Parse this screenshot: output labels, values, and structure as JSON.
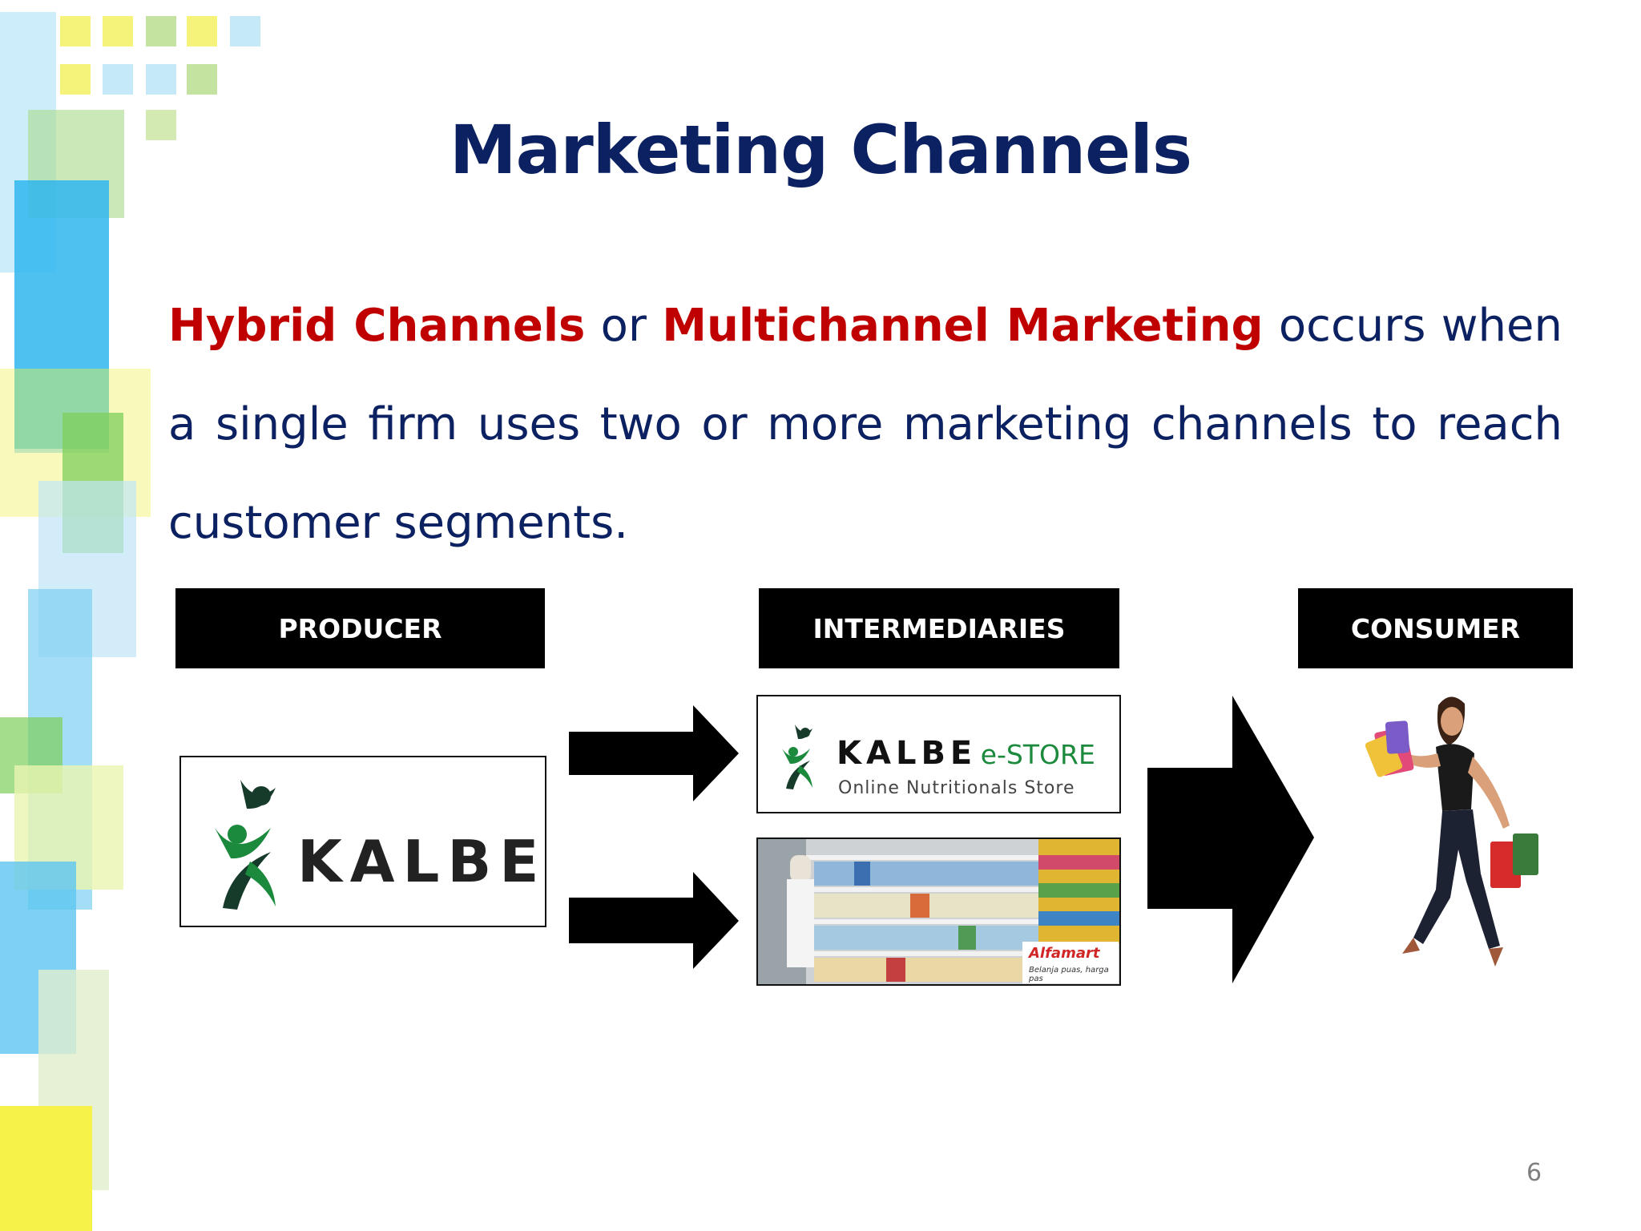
{
  "slide": {
    "title": "Marketing Channels",
    "body": {
      "term1": "Hybrid Channels",
      "join": "or",
      "term2": "Multichannel Marketing",
      "rest": "occurs when a single firm uses two or more marketing channels to reach customer segments."
    },
    "page_number": "6"
  },
  "diagram": {
    "headers": {
      "producer": "PRODUCER",
      "intermediaries": "INTERMEDIARIES",
      "consumer": "CONSUMER"
    },
    "producer_logo": {
      "word": "KALBE"
    },
    "estore_logo": {
      "brand": "KALBE",
      "suffix": "e-STORE",
      "tagline": "Online Nutritionals Store"
    },
    "retail_photo": {
      "brand": "Alfamart",
      "caption": "Belanja puas, harga pas"
    }
  },
  "colors": {
    "title": "#0c2161",
    "highlight": "#c00000",
    "header_bg": "#000000",
    "kalbe_green": "#1b8a3c",
    "kalbe_dark": "#163b2a"
  }
}
